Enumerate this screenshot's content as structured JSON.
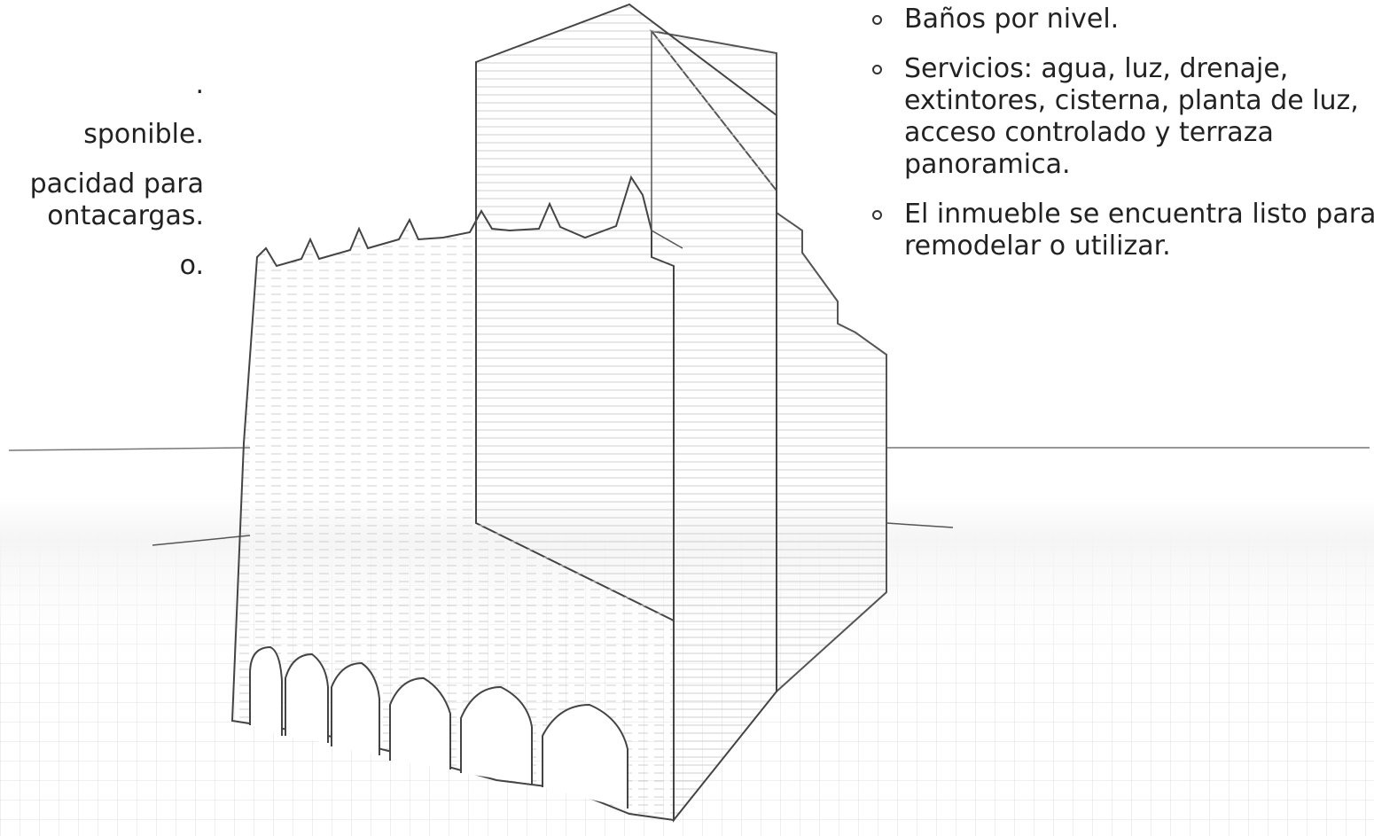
{
  "left_bullets": [
    ".",
    "sponible.",
    "pacidad para\nontacargas.",
    "o."
  ],
  "right_bullets": [
    "Baños por nivel.",
    "Servicios: agua, luz, drenaje, extintores, cisterna, planta de luz, acceso controlado y terraza panoramica.",
    "El inmueble se encuentra listo para remodelar o utilizar."
  ]
}
